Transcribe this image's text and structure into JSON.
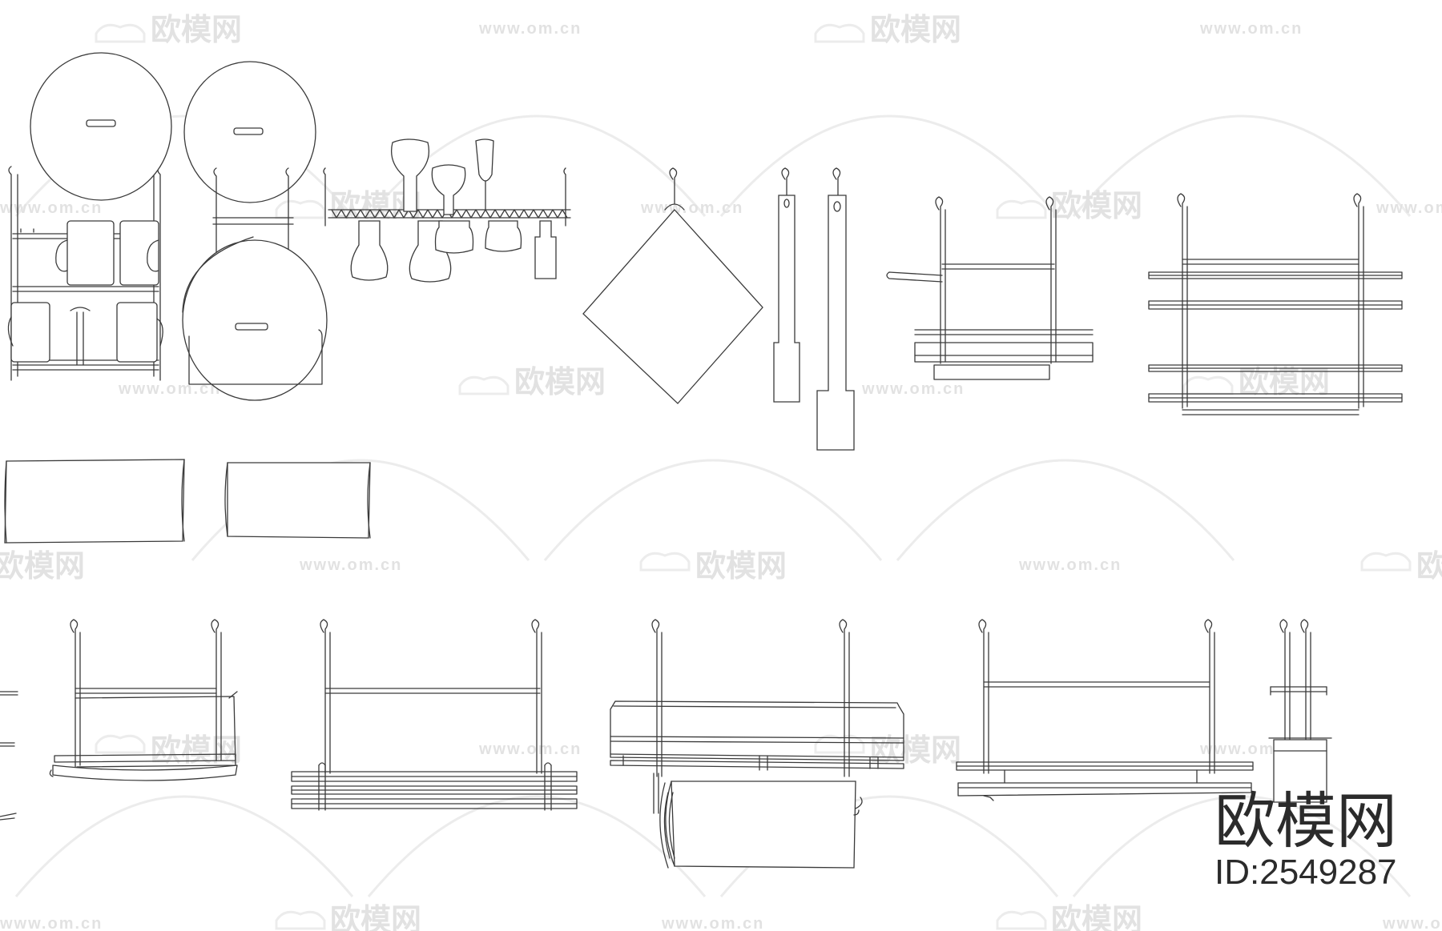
{
  "watermark": {
    "brand_text": "欧模网",
    "url_text": "www.om.cn"
  },
  "brand": {
    "name": "欧模网",
    "id_label": "ID:2549287"
  },
  "icons": {
    "watermark_logo": "sofa-logo-icon"
  },
  "colors": {
    "line": "#3a3a3a",
    "watermark": "#e2e2e2",
    "brand": "#2b2b2b",
    "background": "#ffffff"
  }
}
